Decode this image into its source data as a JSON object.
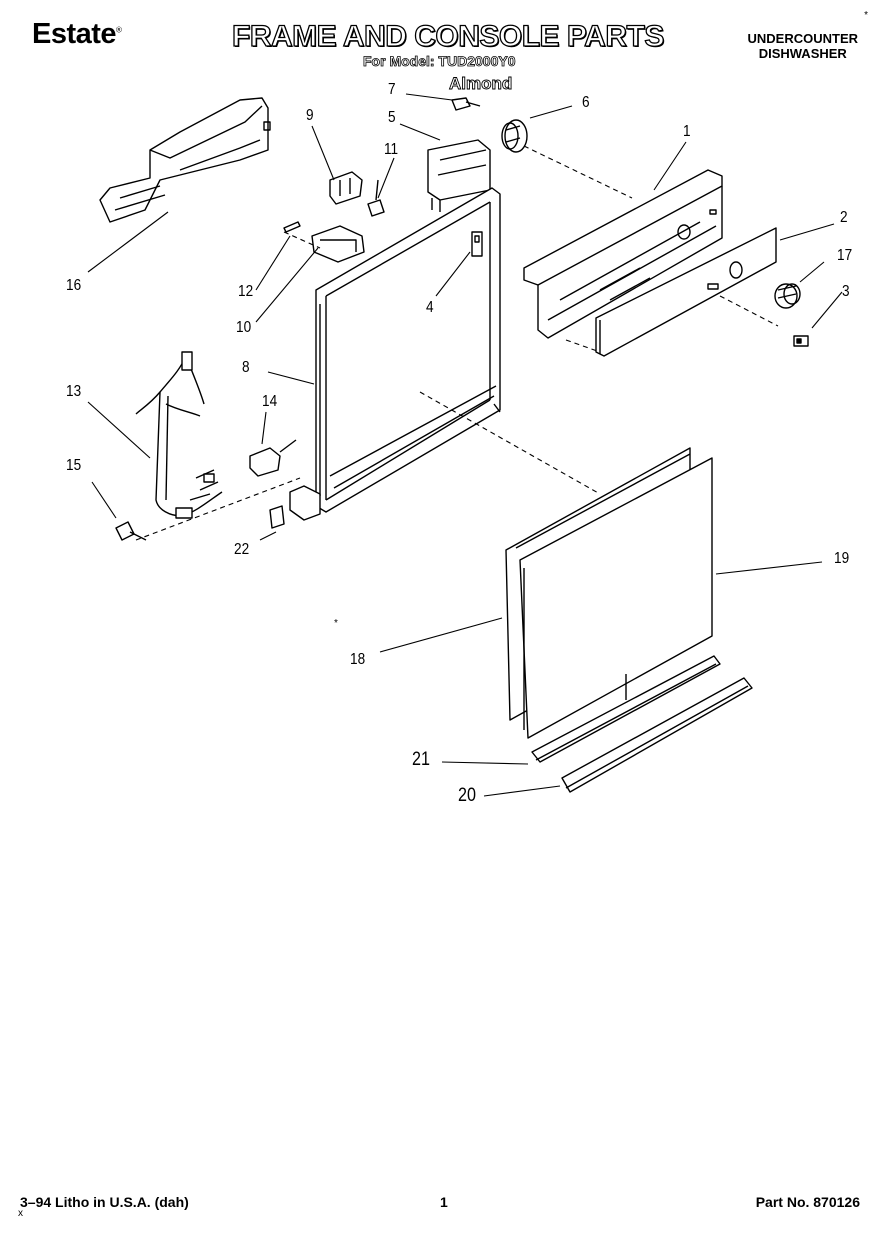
{
  "header": {
    "brand": "Estate",
    "brand_mark": "®",
    "title": "FRAME AND CONSOLE PARTS",
    "model_line": "For Model: TUD2000Y0",
    "color": "Almond",
    "product_line1": "UNDERCOUNTER",
    "product_line2": "DISHWASHER",
    "corner_mark": "*"
  },
  "callouts": [
    {
      "id": "1",
      "label": "1"
    },
    {
      "id": "2",
      "label": "2"
    },
    {
      "id": "3",
      "label": "3"
    },
    {
      "id": "4",
      "label": "4"
    },
    {
      "id": "5",
      "label": "5"
    },
    {
      "id": "6",
      "label": "6"
    },
    {
      "id": "7",
      "label": "7"
    },
    {
      "id": "8",
      "label": "8"
    },
    {
      "id": "9",
      "label": "9"
    },
    {
      "id": "10",
      "label": "10"
    },
    {
      "id": "11",
      "label": "11"
    },
    {
      "id": "12",
      "label": "12"
    },
    {
      "id": "13",
      "label": "13"
    },
    {
      "id": "14",
      "label": "14"
    },
    {
      "id": "15",
      "label": "15"
    },
    {
      "id": "16",
      "label": "16"
    },
    {
      "id": "17",
      "label": "17"
    },
    {
      "id": "18",
      "label": "18"
    },
    {
      "id": "19",
      "label": "19"
    },
    {
      "id": "20",
      "label": "20"
    },
    {
      "id": "21",
      "label": "21"
    },
    {
      "id": "22",
      "label": "22"
    }
  ],
  "marks": {
    "mid_mark": "*",
    "footer_mark": "x"
  },
  "footer": {
    "print_info": "3–94 Litho in U.S.A. (dah)",
    "page_number": "1",
    "part_number": "Part No. 870126"
  }
}
